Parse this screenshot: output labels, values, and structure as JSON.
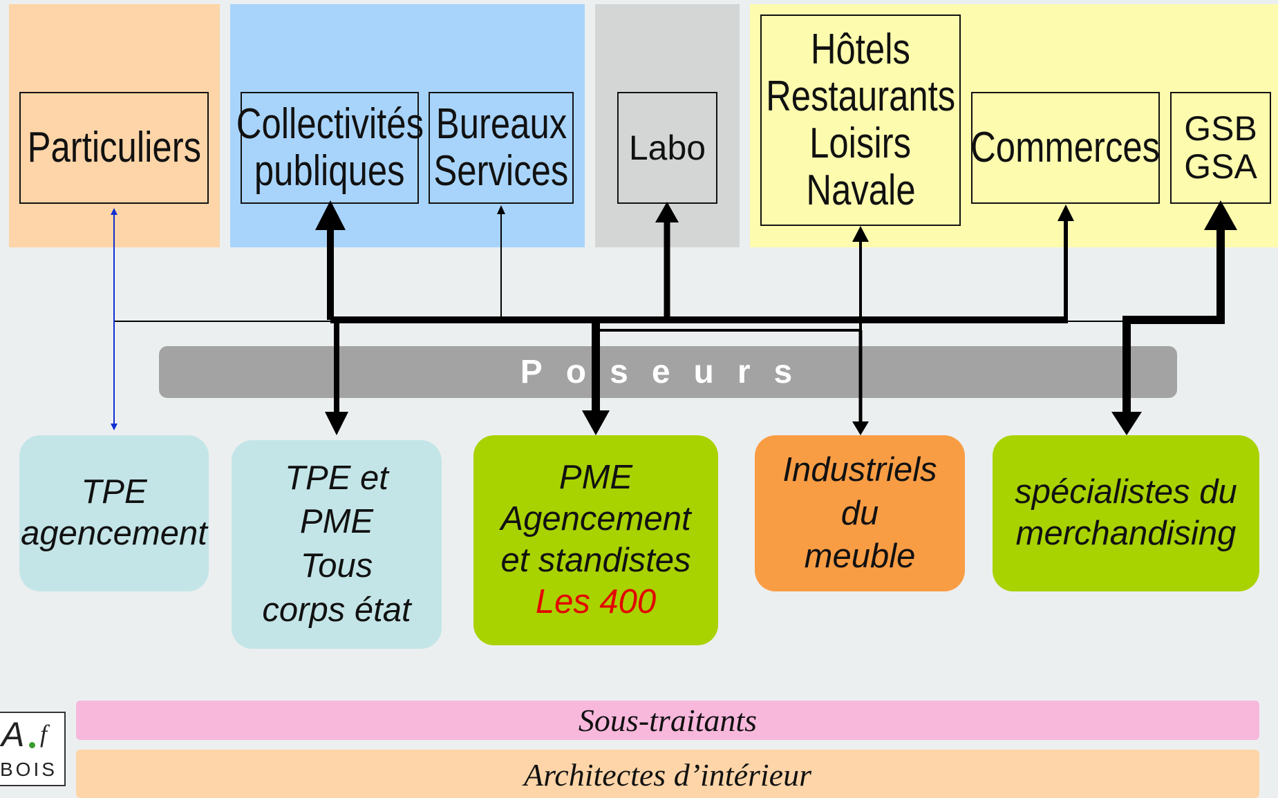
{
  "top_boxes": {
    "particuliers": "Particuliers",
    "collectivites": [
      "Collectivités",
      "publiques"
    ],
    "bureaux": [
      "Bureaux",
      "Services"
    ],
    "labo": "Labo",
    "hotels": [
      "Hôtels",
      "Restaurants",
      "Loisirs",
      "Navale"
    ],
    "commerces": "Commerces",
    "gsb": [
      "GSB",
      "GSA"
    ]
  },
  "poseurs_label": "Poseurs",
  "bottom_boxes": {
    "tpe_agencement": [
      "TPE",
      "agencement"
    ],
    "tpe_pme": [
      "TPE et",
      "PME",
      "Tous",
      "corps état"
    ],
    "pme": [
      "PME",
      "Agencement",
      "et standistes"
    ],
    "pme_highlight": "Les 400",
    "industriels": [
      "Industriels",
      "du",
      "meuble"
    ],
    "specialistes": [
      "spécialistes du",
      "merchandising"
    ]
  },
  "bands": {
    "sous_traitants": "Sous-traitants",
    "architectes": "Architectes d’intérieur"
  },
  "logo": {
    "mark": "A",
    "accent": "f",
    "text": "BOIS"
  },
  "colors": {
    "particuliers_zone": "#fdd5a8",
    "public_zone": "#a8d4fb",
    "labo_zone": "#d4d5d5",
    "commerce_zone": "#fdfbae",
    "tpe_fill": "#c4e5e7",
    "pme_fill": "#a9d201",
    "industriels_fill": "#f99d45",
    "highlight_text": "#e30000",
    "sous_traitants_band": "#f8b8dc",
    "architectes_band": "#fdd5a8",
    "blue_link": "#1030d0"
  }
}
